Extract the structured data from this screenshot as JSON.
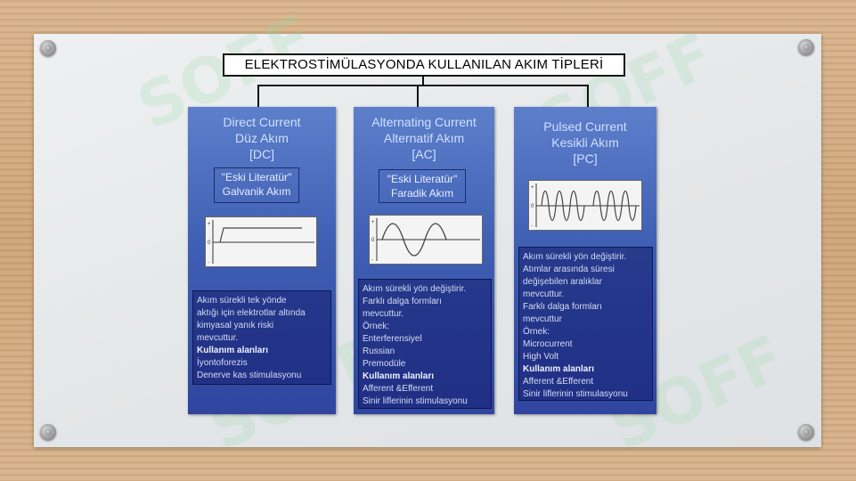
{
  "title": "ELEKTROSTİMÜLASYONDA KULLANILAN AKIM TİPLERİ",
  "watermark_text": "SOFF",
  "columns": [
    {
      "head": [
        "Direct Current",
        "Düz Akım",
        "[DC]"
      ],
      "literature": [
        "\"Eski Literatür\"",
        "Galvanik Akım"
      ],
      "waveform": "direct",
      "lines": [
        {
          "text": "Akım sürekli tek yönde",
          "bold": false
        },
        {
          "text": "aktığı için elektrotlar altında",
          "bold": false
        },
        {
          "text": "kimyasal yanık riski",
          "bold": false
        },
        {
          "text": "mevcuttur.",
          "bold": false
        },
        {
          "text": "Kullanım alanları",
          "bold": true
        },
        {
          "text": "İyontoforezis",
          "bold": false
        },
        {
          "text": "Denerve kas stimulasyonu",
          "bold": false
        }
      ]
    },
    {
      "head": [
        "Alternating Current",
        "Alternatif Akım",
        "[AC]"
      ],
      "literature": [
        "\"Eski Literatür\"",
        "Faradik Akım"
      ],
      "waveform": "sine",
      "lines": [
        {
          "text": "Akım sürekli yön değiştirir.",
          "bold": false
        },
        {
          "text": "Farklı dalga formları",
          "bold": false
        },
        {
          "text": "mevcuttur.",
          "bold": false
        },
        {
          "text": "Örnek:",
          "bold": false
        },
        {
          "text": "Enterferensiyel",
          "bold": false
        },
        {
          "text": "Russian",
          "bold": false
        },
        {
          "text": "Premodüle",
          "bold": false
        },
        {
          "text": "Kullanım alanları",
          "bold": true
        },
        {
          "text": "Afferent &Efferent",
          "bold": false
        },
        {
          "text": "Sinir liflerinin stimulasyonu",
          "bold": false
        }
      ]
    },
    {
      "head": [
        "Pulsed Current",
        "Kesikli Akım",
        "[PC]"
      ],
      "literature": [],
      "waveform": "pulsed",
      "lines": [
        {
          "text": "Akım sürekli yön değiştirir.",
          "bold": false
        },
        {
          "text": "Atımlar arasında süresi",
          "bold": false
        },
        {
          "text": "değişebilen aralıklar",
          "bold": false
        },
        {
          "text": "mevcuttur.",
          "bold": false
        },
        {
          "text": "Farklı dalga formları",
          "bold": false
        },
        {
          "text": "mevcuttur",
          "bold": false
        },
        {
          "text": "Örnek:",
          "bold": false
        },
        {
          "text": "Microcurrent",
          "bold": false
        },
        {
          "text": "High Volt",
          "bold": false
        },
        {
          "text": "Kullanım alanları",
          "bold": true
        },
        {
          "text": "Afferent &Efferent",
          "bold": false
        },
        {
          "text": "Sinir liflerinin stimulasyonu",
          "bold": false
        }
      ]
    }
  ]
}
